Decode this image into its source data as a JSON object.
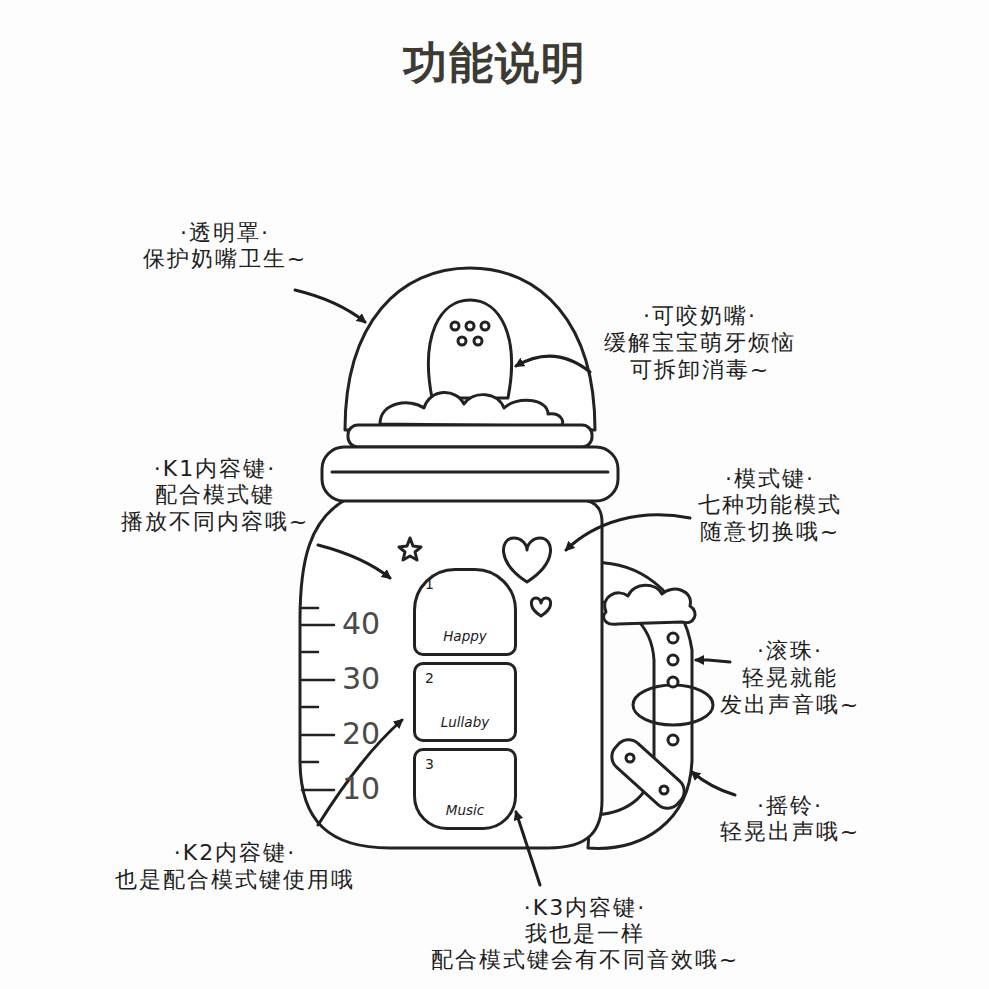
{
  "diagram": {
    "title": "功能说明",
    "nodes": [
      {
        "text": [
          "1",
          "Happy"
        ]
      },
      {
        "text": [
          "2",
          "Lullaby"
        ]
      },
      {
        "text": [
          "3",
          "Music"
        ]
      }
    ],
    "labels": [
      "·透明罩·",
      "保护奶嘴卫生~",
      "·可咬奶嘴·",
      "缓解宝宝萌牙烦恼",
      "可拆卸消毒~",
      "·K1内容键·",
      "配合模式键",
      "播放不同内容哦~",
      "·模式键·",
      "七种功能模式",
      "随意切换哦~",
      "·滚珠·",
      "轻晃就能",
      "发出声音哦~",
      "·摇铃·",
      "轻晃出声哦~",
      "·K2内容键·",
      "也是配合模式键使用哦",
      "·K3内容键·",
      "我也是一样",
      "配合模式键会有不同音效哦~",
      "40",
      "30",
      "20",
      "10"
    ]
  }
}
